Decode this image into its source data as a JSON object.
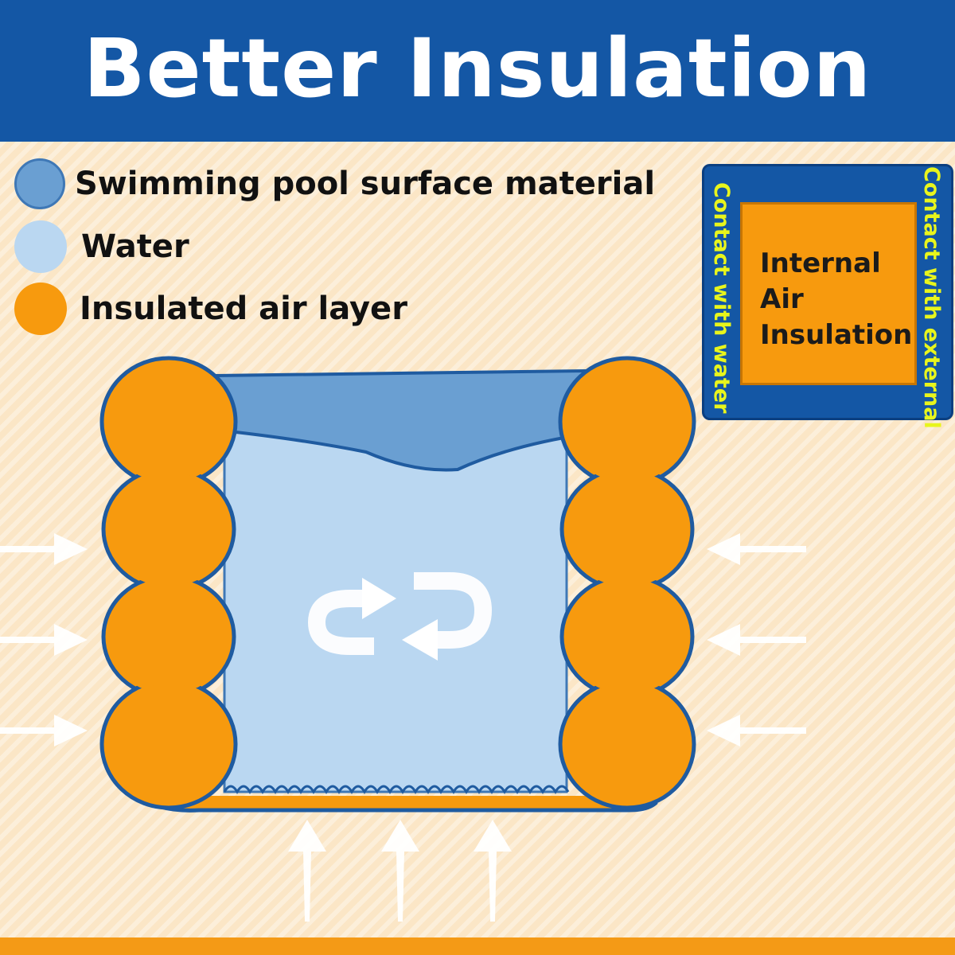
{
  "header": {
    "title": "Better Insulation"
  },
  "legend": {
    "items": [
      {
        "label": "Swimming pool surface material",
        "color": "#6a9fd2",
        "border": "#3f78b6"
      },
      {
        "label": "Water",
        "color": "#bad7f1",
        "border": "#bad7f1"
      },
      {
        "label": "Insulated air layer",
        "color": "#f79a0e",
        "border": "#f79a0e"
      }
    ]
  },
  "detail_box": {
    "core_lines": [
      "Internal",
      "Air",
      "Insulation"
    ],
    "left_label": "Contact with water",
    "right_label": "Contact with external"
  },
  "colors": {
    "brand_blue": "#1457a5",
    "air_orange": "#f79a0e",
    "water_blue": "#bad7f1",
    "surface_blue": "#6a9fd2",
    "label_yellow": "#e8f51c",
    "background": "#fbe6c6"
  },
  "icons": {
    "heat_arrow": "arrow-icon",
    "circulation": "circulation-arrows-icon"
  }
}
